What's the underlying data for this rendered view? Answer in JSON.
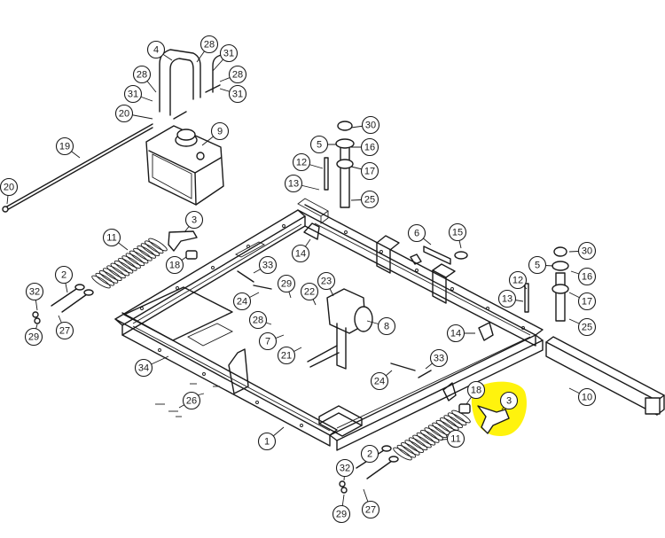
{
  "highlight_color": "#fff200",
  "callouts": [
    {
      "label": "4"
    },
    {
      "label": "28"
    },
    {
      "label": "31"
    },
    {
      "label": "28"
    },
    {
      "label": "31"
    },
    {
      "label": "28"
    },
    {
      "label": "31"
    },
    {
      "label": "20"
    },
    {
      "label": "9"
    },
    {
      "label": "19"
    },
    {
      "label": "20"
    },
    {
      "label": "30"
    },
    {
      "label": "5"
    },
    {
      "label": "16"
    },
    {
      "label": "12"
    },
    {
      "label": "17"
    },
    {
      "label": "13"
    },
    {
      "label": "25"
    },
    {
      "label": "3"
    },
    {
      "label": "11"
    },
    {
      "label": "6"
    },
    {
      "label": "15"
    },
    {
      "label": "18"
    },
    {
      "label": "14"
    },
    {
      "label": "30"
    },
    {
      "label": "5"
    },
    {
      "label": "16"
    },
    {
      "label": "33"
    },
    {
      "label": "2"
    },
    {
      "label": "12"
    },
    {
      "label": "29"
    },
    {
      "label": "23"
    },
    {
      "label": "32"
    },
    {
      "label": "22"
    },
    {
      "label": "24"
    },
    {
      "label": "13"
    },
    {
      "label": "17"
    },
    {
      "label": "27"
    },
    {
      "label": "29"
    },
    {
      "label": "28"
    },
    {
      "label": "8"
    },
    {
      "label": "25"
    },
    {
      "label": "7"
    },
    {
      "label": "14"
    },
    {
      "label": "21"
    },
    {
      "label": "34"
    },
    {
      "label": "33"
    },
    {
      "label": "24"
    },
    {
      "label": "10"
    },
    {
      "label": "18"
    },
    {
      "label": "3"
    },
    {
      "label": "26"
    },
    {
      "label": "1"
    },
    {
      "label": "2"
    },
    {
      "label": "11"
    },
    {
      "label": "32"
    },
    {
      "label": "29"
    },
    {
      "label": "27"
    }
  ]
}
